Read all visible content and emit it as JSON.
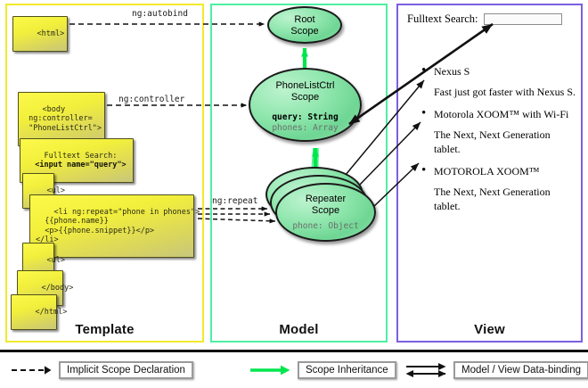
{
  "columns": {
    "template": {
      "label": "Template",
      "border_color": "#f2ea2c"
    },
    "model": {
      "label": "Model",
      "border_color": "#4ef0a2"
    },
    "view": {
      "label": "View",
      "border_color": "#7b5fe0"
    }
  },
  "template": {
    "boxes": [
      {
        "id": "html-open",
        "lines": [
          "<html>"
        ]
      },
      {
        "id": "body-open",
        "lines": [
          "<body",
          " ng:controller=",
          " \"PhoneListCtrl\">"
        ]
      },
      {
        "id": "fulltext",
        "lines": [
          "Fulltext Search:"
        ],
        "bold_lines": [
          "  <input name=\"query\">"
        ]
      },
      {
        "id": "ul-open",
        "lines": [
          "<ul>"
        ]
      },
      {
        "id": "li-repeat",
        "lines": [
          "<li ng:repeat=\"phone in phones\">",
          "  {{phone.name}}",
          "  <p>{{phone.snippet}}</p>",
          "</li>"
        ]
      },
      {
        "id": "ul-close",
        "lines": [
          "<ul>"
        ]
      },
      {
        "id": "body-close",
        "lines": [
          "</body>"
        ]
      },
      {
        "id": "html-close",
        "lines": [
          "</html>"
        ]
      }
    ]
  },
  "model": {
    "root_scope": {
      "title_line1": "Root",
      "title_line2": "Scope"
    },
    "phonelistctrl": {
      "title_line1": "PhoneListCtrl",
      "title_line2": "Scope",
      "prop_bold": "query: String",
      "prop_gray": "phones: Array"
    },
    "repeater_scope": {
      "title_line1": "Repeater",
      "title_line2": "Scope",
      "prop_gray": "phone: Object"
    }
  },
  "connectors": {
    "autobind": "ng:autobind",
    "controller": "ng:controller",
    "repeat": "ng:repeat"
  },
  "view": {
    "search_label": "Fulltext Search:",
    "search_value": "",
    "search_placeholder": "",
    "phones": [
      {
        "name": "Nexus S",
        "snippet": "Fast just got faster with Nexus S."
      },
      {
        "name": "Motorola XOOM™  with Wi-Fi",
        "snippet": "The Next, Next Generation tablet."
      },
      {
        "name": "MOTOROLA XOOM™",
        "snippet": "The Next, Next Generation tablet."
      }
    ]
  },
  "legend": {
    "items": [
      {
        "id": "implicit-scope-declaration",
        "label": "Implicit Scope Declaration",
        "arrow": "dashed-black"
      },
      {
        "id": "scope-inheritance",
        "label": "Scope Inheritance",
        "arrow": "solid-green"
      },
      {
        "id": "model-view-data-binding",
        "label": "Model / View Data-binding",
        "arrow": "double-black"
      }
    ]
  },
  "colors": {
    "yellow_border": "#f2ea2c",
    "green_border": "#4ef0a2",
    "purple_border": "#7b5fe0",
    "scope_green": "#8ee6ac",
    "inheritance_green": "#00e64d",
    "code_yellow": "#f2ef3c"
  }
}
